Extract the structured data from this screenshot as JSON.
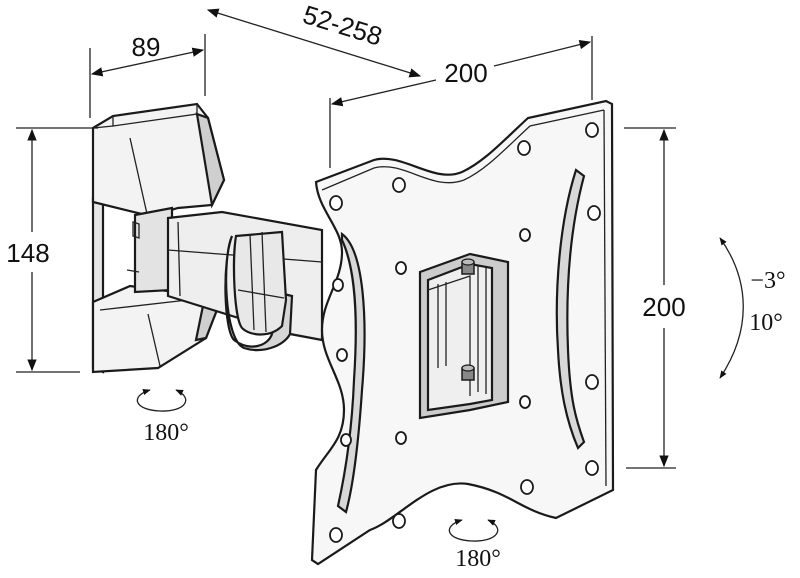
{
  "dimensions": {
    "depth": "89",
    "extension": "52-258",
    "plate_width": "200",
    "plate_height": "200",
    "bracket_height": "148"
  },
  "rotations": {
    "tilt_up": "−3°",
    "tilt_down": "10°",
    "swivel_wall": "180°",
    "swivel_plate": "180°"
  },
  "colors": {
    "line": "#1a1a1a",
    "fill_light": "#f2f2f2",
    "fill_mid": "#d9d9d9",
    "fill_dark": "#b5b5b5"
  },
  "icons": [
    "rotation-arrow-icon",
    "tilt-arrow-icon"
  ]
}
